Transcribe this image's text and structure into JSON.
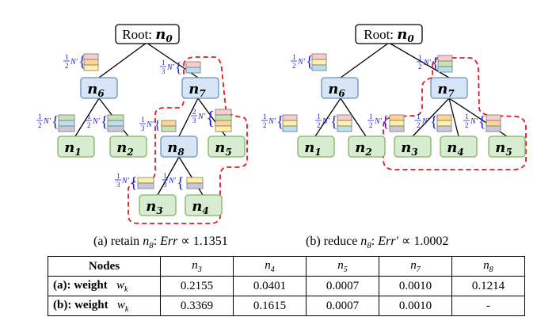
{
  "tree_a": {
    "root_label": "Root: ",
    "root_node": "n",
    "root_sub": "0",
    "nodes": {
      "n6": {
        "name": "n",
        "sub": "6"
      },
      "n7": {
        "name": "n",
        "sub": "7"
      },
      "n1": {
        "name": "n",
        "sub": "1"
      },
      "n2": {
        "name": "n",
        "sub": "2"
      },
      "n8": {
        "name": "n",
        "sub": "8"
      },
      "n5": {
        "name": "n",
        "sub": "5"
      },
      "n3": {
        "name": "n",
        "sub": "3"
      },
      "n4": {
        "name": "n",
        "sub": "4"
      }
    },
    "fractions": {
      "n6": {
        "num": "1",
        "den": "2",
        "suffix": "N′"
      },
      "n7": {
        "num": "1",
        "den": "3",
        "suffix": "N′"
      },
      "n1": {
        "num": "1",
        "den": "2",
        "suffix": "N′"
      },
      "n2": {
        "num": "1",
        "den": "2",
        "suffix": "N′"
      },
      "n8": {
        "num": "1",
        "den": "3",
        "suffix": "N′"
      },
      "n5": {
        "num": "2",
        "den": "3",
        "suffix": "N′"
      },
      "n3": {
        "num": "1",
        "den": "3",
        "suffix": "N′"
      },
      "n4": {
        "num": "1",
        "den": "3",
        "suffix": "N′"
      }
    }
  },
  "tree_b": {
    "root_label": "Root: ",
    "root_node": "n",
    "root_sub": "0",
    "nodes": {
      "n6": {
        "name": "n",
        "sub": "6"
      },
      "n7": {
        "name": "n",
        "sub": "7"
      },
      "n1": {
        "name": "n",
        "sub": "1"
      },
      "n2": {
        "name": "n",
        "sub": "2"
      },
      "n3": {
        "name": "n",
        "sub": "3"
      },
      "n4": {
        "name": "n",
        "sub": "4"
      },
      "n5": {
        "name": "n",
        "sub": "5"
      }
    },
    "fractions": {
      "n6": {
        "num": "1",
        "den": "2",
        "suffix": "N′"
      },
      "n7": {
        "num": "1",
        "den": "2",
        "suffix": "N′"
      },
      "n1": {
        "num": "1",
        "den": "2",
        "suffix": "N′"
      },
      "n2": {
        "num": "1",
        "den": "2",
        "suffix": "N′"
      },
      "n3": {
        "num": "1",
        "den": "2",
        "suffix": "N′"
      },
      "n4": {
        "num": "1",
        "den": "2",
        "suffix": "N′"
      },
      "n5": {
        "num": "1",
        "den": "2",
        "suffix": "N′"
      }
    }
  },
  "captions": {
    "a": {
      "prefix": "(a) retain ",
      "node": "n",
      "sub": "8",
      "colon": ":",
      "err": "Err",
      "prop": " ∝ 1.1351"
    },
    "b": {
      "prefix": "(b) reduce ",
      "node": "n",
      "sub": "8",
      "colon": ":",
      "err": "Err′",
      "prop": " ∝ 1.0002"
    }
  },
  "table": {
    "header_label": "Nodes",
    "columns": [
      {
        "name": "n",
        "sub": "3"
      },
      {
        "name": "n",
        "sub": "4"
      },
      {
        "name": "n",
        "sub": "5"
      },
      {
        "name": "n",
        "sub": "7"
      },
      {
        "name": "n",
        "sub": "8"
      }
    ],
    "rows": [
      {
        "label": "(a): weight",
        "var": "w",
        "var_sub": "k",
        "values": [
          "0.2155",
          "0.0401",
          "0.0007",
          "0.0010",
          "0.1214"
        ]
      },
      {
        "label": "(b): weight",
        "var": "w",
        "var_sub": "k",
        "values": [
          "0.3369",
          "0.1615",
          "0.0007",
          "0.0010",
          "-"
        ]
      }
    ]
  },
  "colors": {
    "blue_node_fill": "#d6e6f7",
    "blue_node_stroke": "#6c8ebf",
    "green_node_fill": "#d8ecd2",
    "green_node_stroke": "#82b366",
    "dash_red": "#e01b1b",
    "fraction_blue": "#1f1fd1",
    "block_pink": "#f8cecc",
    "block_orange": "#ffd592",
    "block_yellow": "#fff2a8",
    "block_green": "#c9e4b3",
    "block_blue": "#b9e0f0",
    "block_gray": "#c8c8d8"
  }
}
